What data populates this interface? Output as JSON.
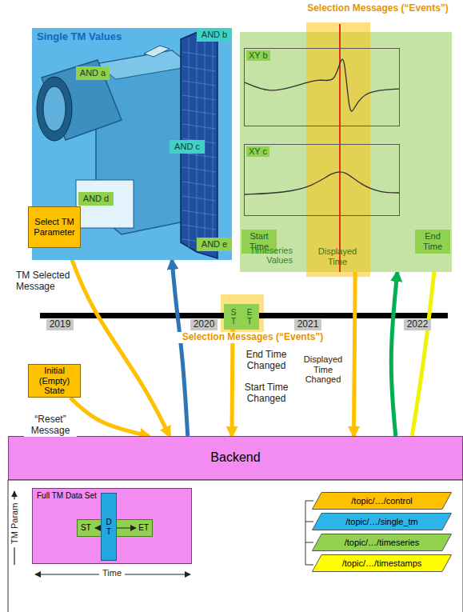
{
  "diagram": {
    "nodes": [
      {
        "text": [
          "Single TM Values"
        ]
      },
      {
        "text": [
          "AND a"
        ],
        "in": 0
      },
      {
        "text": [
          "AND b"
        ],
        "in": 0
      },
      {
        "text": [
          "AND c"
        ],
        "in": 0
      },
      {
        "text": [
          "AND d"
        ],
        "in": 0
      },
      {
        "text": [
          "AND e"
        ],
        "in": 0
      },
      {
        "text": [
          "Select TM Parameter"
        ]
      },
      {
        "text": [
          "Timeseries Values"
        ]
      },
      {
        "text": [
          "XY b"
        ],
        "in": 7
      },
      {
        "text": [
          "XY c"
        ],
        "in": 7
      },
      {
        "text": [
          "Start Time"
        ],
        "in": 7
      },
      {
        "text": [
          "Displayed Time"
        ],
        "in": 7
      },
      {
        "text": [
          "End Time"
        ],
        "in": 7
      },
      {
        "text": [
          "S T",
          "E T"
        ]
      },
      {
        "text": [
          "Initial (Empty) State"
        ]
      },
      {
        "text": [
          "Backend"
        ]
      },
      {
        "text": [
          "Full TM Data Set"
        ]
      },
      {
        "text": [
          "D T"
        ],
        "in": 16
      },
      {
        "text": [
          "ST",
          "ET"
        ],
        "in": 16
      },
      {
        "text": [
          "/topic/…/control"
        ]
      },
      {
        "text": [
          "/topic/…/single_tm"
        ]
      },
      {
        "text": [
          "/topic/…/timeseries"
        ]
      },
      {
        "text": [
          "/topic/…/timestamps"
        ]
      }
    ],
    "edges": [
      {
        "from": 6,
        "to": 15,
        "arrow": "to"
      },
      {
        "from": 15,
        "to": 0,
        "arrow": "to"
      },
      {
        "from": 14,
        "to": 15,
        "arrow": "to"
      },
      {
        "from": 13,
        "to": 15,
        "arrow": "to"
      },
      {
        "from": 11,
        "to": 15,
        "arrow": "to"
      },
      {
        "from": 15,
        "to": 7,
        "arrow": "to"
      },
      {
        "from": 15,
        "to": 12,
        "arrow": "to"
      }
    ],
    "labels": [
      "Selection Messages (“Events”)",
      "TM Selected Message",
      "2019",
      "2020",
      "Selection Messages (“Events”)",
      "2021",
      "2022",
      "End Time Changed",
      "Start Time Changed",
      "Displayed Time Changed",
      "“Reset” Message",
      "TM Param",
      "Time"
    ]
  }
}
